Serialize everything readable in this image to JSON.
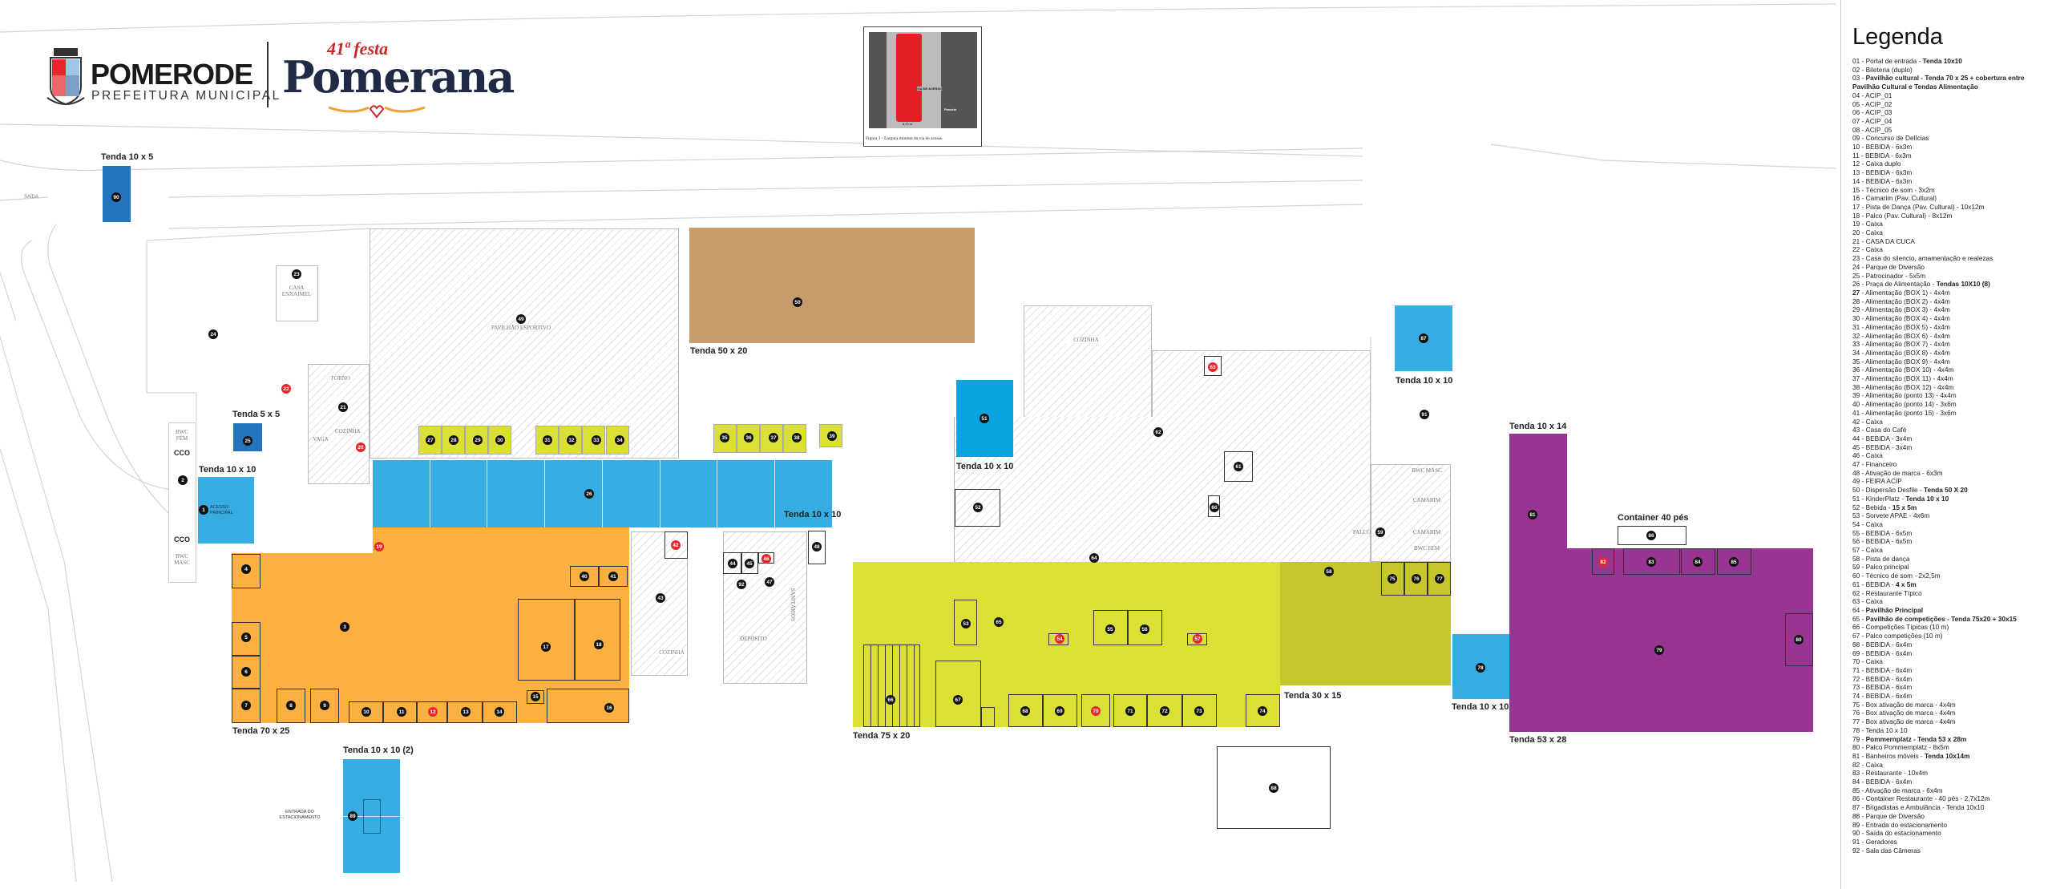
{
  "header": {
    "city": "POMERODE",
    "city_sub": "PREFEITURA MUNICIPAL",
    "event_edition": "41ª festa",
    "event_name": "Pomerana"
  },
  "figure": {
    "caption": "Figura 1 - Largura mínima da via de acesso",
    "road_label": "VIA DE ACESSO",
    "sidewalk_label": "Passeio",
    "width_label": "6,00 m"
  },
  "areas": {
    "tenda_10x5": "Tenda 10 x 5",
    "tenda_5x5": "Tenda 5 x 5",
    "tenda_10x10_entrance": "Tenda 10 x 10",
    "tenda_10x10_food": "Tenda 10 x 10",
    "tenda_70x25": "Tenda 70 x 25",
    "tenda_50x20": "Tenda 50 x 20",
    "tenda_10x10_kinder": "Tenda 10 x 10",
    "tenda_10x10_brigade": "Tenda 10 x 10",
    "tenda_75x20": "Tenda 75 x 20",
    "tenda_30x15": "Tenda 30 x 15",
    "tenda_10x10_78": "Tenda 10 x 10",
    "tenda_10x14": "Tenda 10 x 14",
    "tenda_53x28": "Tenda 53 x 28",
    "container_40": "Container 40 pés",
    "tenda_10x10_2": "Tenda 10 x 10 (2)"
  },
  "plan_text": {
    "saida": "SAÍDA",
    "casa_enxaimel": "CASA ENXAIMEL",
    "pavilhao_esportivo": "PAVILHÃO ESPORTIVO",
    "forno": "FORNO",
    "cozinha": "COZINHA",
    "vaga": "VAGA",
    "cco": "CCO",
    "acesso_principal": "ACESSO PRINCIPAL",
    "bwc_fem": "BWC FEM",
    "bwc_masc": "BWC MASC",
    "deposito": "DEPOSITO",
    "sanitarios": "SANITÁRIOS",
    "camarim": "CAMARIM",
    "palco": "PALCO",
    "entrada_estacionamento": "ENTRADA DO ESTACIONAMENTO"
  },
  "markers": [
    {
      "n": "1",
      "c": "dark"
    },
    {
      "n": "2",
      "c": "dark"
    },
    {
      "n": "3",
      "c": "dark"
    },
    {
      "n": "4",
      "c": "dark"
    },
    {
      "n": "5",
      "c": "dark"
    },
    {
      "n": "6",
      "c": "dark"
    },
    {
      "n": "7",
      "c": "dark"
    },
    {
      "n": "8",
      "c": "dark"
    },
    {
      "n": "9",
      "c": "dark"
    },
    {
      "n": "10",
      "c": "dark"
    },
    {
      "n": "11",
      "c": "dark"
    },
    {
      "n": "12",
      "c": "red"
    },
    {
      "n": "13",
      "c": "dark"
    },
    {
      "n": "14",
      "c": "dark"
    },
    {
      "n": "15",
      "c": "dark"
    },
    {
      "n": "16",
      "c": "dark"
    },
    {
      "n": "17",
      "c": "dark"
    },
    {
      "n": "18",
      "c": "dark"
    },
    {
      "n": "19",
      "c": "red"
    },
    {
      "n": "20",
      "c": "red"
    },
    {
      "n": "21",
      "c": "dark"
    },
    {
      "n": "22",
      "c": "red"
    },
    {
      "n": "23",
      "c": "dark"
    },
    {
      "n": "24",
      "c": "dark"
    },
    {
      "n": "25",
      "c": "dark"
    },
    {
      "n": "26",
      "c": "dark"
    },
    {
      "n": "27",
      "c": "dark"
    },
    {
      "n": "28",
      "c": "dark"
    },
    {
      "n": "29",
      "c": "dark"
    },
    {
      "n": "30",
      "c": "dark"
    },
    {
      "n": "31",
      "c": "dark"
    },
    {
      "n": "32",
      "c": "dark"
    },
    {
      "n": "33",
      "c": "dark"
    },
    {
      "n": "34",
      "c": "dark"
    },
    {
      "n": "35",
      "c": "dark"
    },
    {
      "n": "36",
      "c": "dark"
    },
    {
      "n": "37",
      "c": "dark"
    },
    {
      "n": "38",
      "c": "dark"
    },
    {
      "n": "39",
      "c": "dark"
    },
    {
      "n": "40",
      "c": "dark"
    },
    {
      "n": "41",
      "c": "dark"
    },
    {
      "n": "42",
      "c": "red"
    },
    {
      "n": "43",
      "c": "dark"
    },
    {
      "n": "44",
      "c": "dark"
    },
    {
      "n": "45",
      "c": "dark"
    },
    {
      "n": "46",
      "c": "red"
    },
    {
      "n": "47",
      "c": "dark"
    },
    {
      "n": "48",
      "c": "dark"
    },
    {
      "n": "49",
      "c": "dark"
    },
    {
      "n": "50",
      "c": "dark"
    },
    {
      "n": "51",
      "c": "dark"
    },
    {
      "n": "52",
      "c": "dark"
    },
    {
      "n": "53",
      "c": "dark"
    },
    {
      "n": "54",
      "c": "red"
    },
    {
      "n": "55",
      "c": "dark"
    },
    {
      "n": "56",
      "c": "dark"
    },
    {
      "n": "57",
      "c": "red"
    },
    {
      "n": "58",
      "c": "dark"
    },
    {
      "n": "59",
      "c": "dark"
    },
    {
      "n": "60",
      "c": "dark"
    },
    {
      "n": "61",
      "c": "dark"
    },
    {
      "n": "62",
      "c": "dark"
    },
    {
      "n": "63",
      "c": "red"
    },
    {
      "n": "64",
      "c": "dark"
    },
    {
      "n": "65",
      "c": "dark"
    },
    {
      "n": "66",
      "c": "dark"
    },
    {
      "n": "67",
      "c": "dark"
    },
    {
      "n": "68",
      "c": "dark"
    },
    {
      "n": "69",
      "c": "dark"
    },
    {
      "n": "70",
      "c": "red"
    },
    {
      "n": "71",
      "c": "dark"
    },
    {
      "n": "72",
      "c": "dark"
    },
    {
      "n": "73",
      "c": "dark"
    },
    {
      "n": "74",
      "c": "dark"
    },
    {
      "n": "75",
      "c": "dark"
    },
    {
      "n": "76",
      "c": "dark"
    },
    {
      "n": "77",
      "c": "dark"
    },
    {
      "n": "78",
      "c": "dark"
    },
    {
      "n": "79",
      "c": "dark"
    },
    {
      "n": "80",
      "c": "dark"
    },
    {
      "n": "81",
      "c": "dark"
    },
    {
      "n": "82",
      "c": "red"
    },
    {
      "n": "83",
      "c": "dark"
    },
    {
      "n": "84",
      "c": "dark"
    },
    {
      "n": "85",
      "c": "dark"
    },
    {
      "n": "86",
      "c": "dark"
    },
    {
      "n": "87",
      "c": "dark"
    },
    {
      "n": "88",
      "c": "dark"
    },
    {
      "n": "89",
      "c": "dark"
    },
    {
      "n": "90",
      "c": "dark"
    },
    {
      "n": "91",
      "c": "dark"
    },
    {
      "n": "92",
      "c": "dark"
    }
  ],
  "colors": {
    "orange": "#fbb040",
    "blue": "#35ade2",
    "dark_blue": "#2374bb",
    "kinder_blue": "#0aa4e0",
    "lime": "#dbe037",
    "olive": "#c8c62d",
    "brown": "#c69c6d",
    "purple": "#983593",
    "red": "#e8262b",
    "navy": "#1f2a44"
  },
  "legend": {
    "title": "Legenda",
    "items": [
      {
        "n": "01",
        "t": "Portal de entrada - ",
        "b": "Tenda 10x10"
      },
      {
        "n": "02",
        "t": "Bileteria (duplo)"
      },
      {
        "n": "03",
        "t": "",
        "b": "Pavilhão cultural  - Tenda 70 x 25 + cobertura entre Pavilhão Cultural e Tendas Alimentação"
      },
      {
        "n": "04",
        "t": "ACIP_01"
      },
      {
        "n": "05",
        "t": "ACIP_02"
      },
      {
        "n": "06",
        "t": "ACIP_03"
      },
      {
        "n": "07",
        "t": "ACIP_04"
      },
      {
        "n": "08",
        "t": "ACIP_05"
      },
      {
        "n": "09",
        "t": "Concurso de Delícias"
      },
      {
        "n": "10",
        "t": "BEBIDA - 6x3m"
      },
      {
        "n": "11",
        "t": "BEBIDA - 6x3m"
      },
      {
        "n": "12",
        "t": "Caixa duplo"
      },
      {
        "n": "13",
        "t": "BEBIDA - 6x3m"
      },
      {
        "n": "14",
        "t": "BEBIDA - 6x3m"
      },
      {
        "n": "15",
        "t": "Técnico de som - 3x2m"
      },
      {
        "n": "16",
        "t": "Camarim (Pav. Cultural)"
      },
      {
        "n": "17",
        "t": "Pista de Dança (Pav. Cultural) - 10x12m"
      },
      {
        "n": "18",
        "t": "Palco (Pav. Cultural) - 8x12m"
      },
      {
        "n": "19",
        "t": "Caixa"
      },
      {
        "n": "20",
        "t": "Caixa"
      },
      {
        "n": "21",
        "t": "CASA DA CUCA"
      },
      {
        "n": "22",
        "t": "Caixa"
      },
      {
        "n": "23",
        "t": "Casa do silencio, amamentação e realezas"
      },
      {
        "n": "24",
        "t": "Parque de Diversão"
      },
      {
        "n": "25",
        "t": "Patrocinador - 5x5m"
      },
      {
        "n": "26",
        "t": "Praça de Alimentação - ",
        "b": "Tendas 10X10 (8)"
      },
      {
        "n": "27",
        "t": "Alimentação (BOX 1) - 4x4m",
        "nb": true
      },
      {
        "n": "28",
        "t": "Alimentação (BOX 2) - 4x4m"
      },
      {
        "n": "29",
        "t": "Alimentação (BOX 3) - 4x4m"
      },
      {
        "n": "30",
        "t": "Alimentação (BOX 4) - 4x4m"
      },
      {
        "n": "31",
        "t": "Alimentação (BOX 5) - 4x4m"
      },
      {
        "n": "32",
        "t": "Alimentação (BOX 6) - 4x4m"
      },
      {
        "n": "33",
        "t": "Alimentação (BOX 7) - 4x4m"
      },
      {
        "n": "34",
        "t": "Alimentação (BOX 8) - 4x4m"
      },
      {
        "n": "35",
        "t": "Alimentação (BOX 9) - 4x4m"
      },
      {
        "n": "36",
        "t": "Alimentação (BOX 10) - 4x4m"
      },
      {
        "n": "37",
        "t": "Alimentação (BOX 11) - 4x4m"
      },
      {
        "n": "38",
        "t": "Alimentação (BOX 12) - 4x4m"
      },
      {
        "n": "39",
        "t": "Alimentação (ponto 13) - 4x4m"
      },
      {
        "n": "40",
        "t": "Alimentação (ponto 14) - 3x6m"
      },
      {
        "n": "41",
        "t": "Alimentação (ponto 15) - 3x6m"
      },
      {
        "n": "42",
        "t": "Caixa"
      },
      {
        "n": "43",
        "t": "Casa do Café"
      },
      {
        "n": "44",
        "t": "BEBIDA - 3x4m"
      },
      {
        "n": "45",
        "t": "BEBIDA - 3x4m"
      },
      {
        "n": "46",
        "t": "Caixa"
      },
      {
        "n": "47",
        "t": "Financeiro"
      },
      {
        "n": "48",
        "t": "Ativação de marca - 6x3m"
      },
      {
        "n": "49",
        "t": "FEIRA ACIP"
      },
      {
        "n": "50",
        "t": "Dispersão Desfile - ",
        "b": "Tenda 50 X 20"
      },
      {
        "n": "51",
        "t": "KinderPlatz - ",
        "b": "Tenda 10 x 10"
      },
      {
        "n": "52",
        "t": "Bebida - ",
        "b": "15 x 5m"
      },
      {
        "n": "53",
        "t": "Sorvete APAE - 4x6m"
      },
      {
        "n": "54",
        "t": "Caixa"
      },
      {
        "n": "55",
        "t": "BEBIDA - 6x5m"
      },
      {
        "n": "56",
        "t": "BEBIDA - 6x5m"
      },
      {
        "n": "57",
        "t": "Caixa"
      },
      {
        "n": "58",
        "t": "Pista de dança"
      },
      {
        "n": "59",
        "t": "Palco principal"
      },
      {
        "n": "60",
        "t": "Técnico de som - 2x2,5m"
      },
      {
        "n": "61",
        "t": "BEBIDA - ",
        "b": "4 x 5m"
      },
      {
        "n": "62",
        "t": "Restaurante Típico"
      },
      {
        "n": "63",
        "t": "Caixa"
      },
      {
        "n": "64",
        "t": "",
        "b": "Pavilhão Principal"
      },
      {
        "n": "65",
        "t": "",
        "b": "Pavilhão de competições - Tenda 75x20 + 30x15"
      },
      {
        "n": "66",
        "t": "Competições Típicas (10 m)"
      },
      {
        "n": "67",
        "t": "Palco competições (10 m)"
      },
      {
        "n": "68",
        "t": "BEBIDA - 6x4m"
      },
      {
        "n": "69",
        "t": "BEBIDA - 6x4m"
      },
      {
        "n": "70",
        "t": " Caixa"
      },
      {
        "n": "71",
        "t": "BEBIDA - 6x4m"
      },
      {
        "n": "72",
        "t": "BEBIDA - 6x4m"
      },
      {
        "n": "73",
        "t": "BEBIDA - 6x4m"
      },
      {
        "n": "74",
        "t": "BEBIDA - 6x4m"
      },
      {
        "n": "75",
        "t": "Box ativação de marca  - 4x4m"
      },
      {
        "n": "76",
        "t": "Box ativação de marca  - 4x4m"
      },
      {
        "n": "77",
        "t": "Box ativação de marca  - 4x4m"
      },
      {
        "n": "78",
        "t": "Tenda 10 x 10"
      },
      {
        "n": "79",
        "t": "",
        "b": "Pommernplatz - Tenda 53 x 28m"
      },
      {
        "n": "80",
        "t": "Palco Pommernplatz - 8x5m"
      },
      {
        "n": "81",
        "t": "Banheiros móveis - ",
        "b": "Tenda 10x14m"
      },
      {
        "n": "82",
        "t": "Caixa"
      },
      {
        "n": "83",
        "t": "Restaurante - 10x4m"
      },
      {
        "n": "84",
        "t": "BEBIDA - 6x4m"
      },
      {
        "n": "85",
        "t": "Ativação de marca - 6x4m"
      },
      {
        "n": "86",
        "t": "Container Restaurante - 40 pés - 2,7x12m"
      },
      {
        "n": "87",
        "t": "Brigadistas e Ambulância - Tenda 10x10"
      },
      {
        "n": "88",
        "t": "Parque de Diversão"
      },
      {
        "n": "89",
        "t": "Entrada do estacionamento"
      },
      {
        "n": "90",
        "t": "Saída do estacionamento"
      },
      {
        "n": "91",
        "t": "Geradores"
      },
      {
        "n": "92",
        "t": "Sala das Câmeras"
      }
    ]
  }
}
